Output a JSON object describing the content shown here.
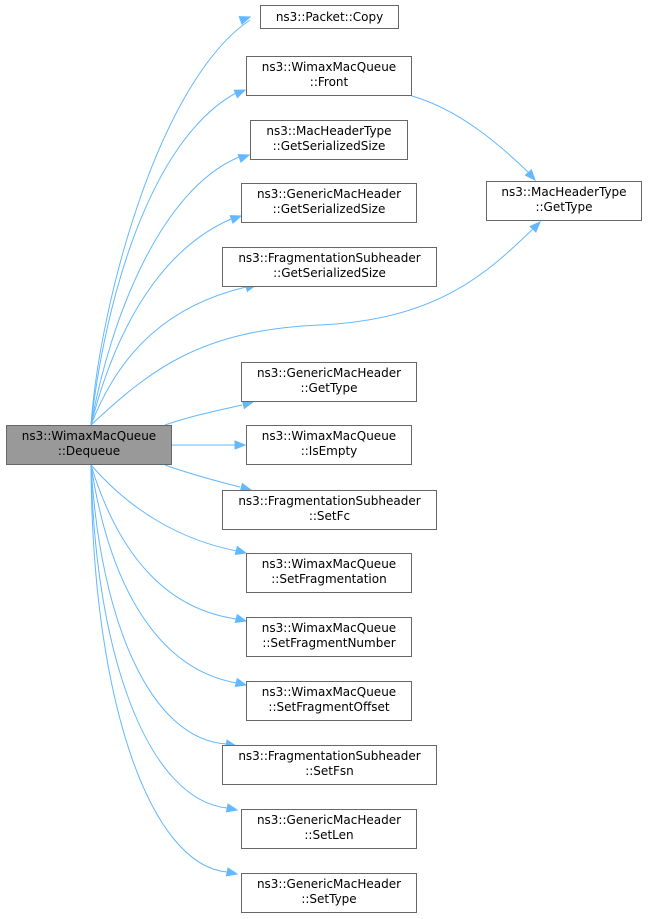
{
  "root": {
    "id": "dequeue",
    "lines": [
      "ns3::WimaxMacQueue",
      "::Dequeue"
    ]
  },
  "callees": [
    {
      "id": "packet-copy",
      "lines": [
        "ns3::Packet::Copy"
      ]
    },
    {
      "id": "wmq-front",
      "lines": [
        "ns3::WimaxMacQueue",
        "::Front"
      ]
    },
    {
      "id": "mht-getserializedsize",
      "lines": [
        "ns3::MacHeaderType",
        "::GetSerializedSize"
      ]
    },
    {
      "id": "gmh-getserializedsize",
      "lines": [
        "ns3::GenericMacHeader",
        "::GetSerializedSize"
      ]
    },
    {
      "id": "fsh-getserializedsize",
      "lines": [
        "ns3::FragmentationSubheader",
        "::GetSerializedSize"
      ]
    },
    {
      "id": "mht-gettype",
      "lines": [
        "ns3::MacHeaderType",
        "::GetType"
      ]
    },
    {
      "id": "gmh-gettype",
      "lines": [
        "ns3::GenericMacHeader",
        "::GetType"
      ]
    },
    {
      "id": "wmq-isempty",
      "lines": [
        "ns3::WimaxMacQueue",
        "::IsEmpty"
      ]
    },
    {
      "id": "fsh-setfc",
      "lines": [
        "ns3::FragmentationSubheader",
        "::SetFc"
      ]
    },
    {
      "id": "wmq-setfragmentation",
      "lines": [
        "ns3::WimaxMacQueue",
        "::SetFragmentation"
      ]
    },
    {
      "id": "wmq-setfragmentnumber",
      "lines": [
        "ns3::WimaxMacQueue",
        "::SetFragmentNumber"
      ]
    },
    {
      "id": "wmq-setfragmentoffset",
      "lines": [
        "ns3::WimaxMacQueue",
        "::SetFragmentOffset"
      ]
    },
    {
      "id": "fsh-setfsn",
      "lines": [
        "ns3::FragmentationSubheader",
        "::SetFsn"
      ]
    },
    {
      "id": "gmh-setlen",
      "lines": [
        "ns3::GenericMacHeader",
        "::SetLen"
      ]
    },
    {
      "id": "gmh-settype",
      "lines": [
        "ns3::GenericMacHeader",
        "::SetType"
      ]
    }
  ],
  "edges": [
    {
      "from": "dequeue",
      "to": "packet-copy"
    },
    {
      "from": "dequeue",
      "to": "wmq-front"
    },
    {
      "from": "dequeue",
      "to": "mht-getserializedsize"
    },
    {
      "from": "dequeue",
      "to": "gmh-getserializedsize"
    },
    {
      "from": "dequeue",
      "to": "fsh-getserializedsize"
    },
    {
      "from": "dequeue",
      "to": "mht-gettype"
    },
    {
      "from": "dequeue",
      "to": "gmh-gettype"
    },
    {
      "from": "dequeue",
      "to": "wmq-isempty"
    },
    {
      "from": "dequeue",
      "to": "fsh-setfc"
    },
    {
      "from": "dequeue",
      "to": "wmq-setfragmentation"
    },
    {
      "from": "dequeue",
      "to": "wmq-setfragmentnumber"
    },
    {
      "from": "dequeue",
      "to": "wmq-setfragmentoffset"
    },
    {
      "from": "dequeue",
      "to": "fsh-setfsn"
    },
    {
      "from": "dequeue",
      "to": "gmh-setlen"
    },
    {
      "from": "dequeue",
      "to": "gmh-settype"
    },
    {
      "from": "wmq-front",
      "to": "mht-gettype"
    }
  ],
  "colors": {
    "edge": "#63b8ff",
    "node_border": "#666666",
    "root_fill": "#999999",
    "node_fill": "#ffffff"
  }
}
